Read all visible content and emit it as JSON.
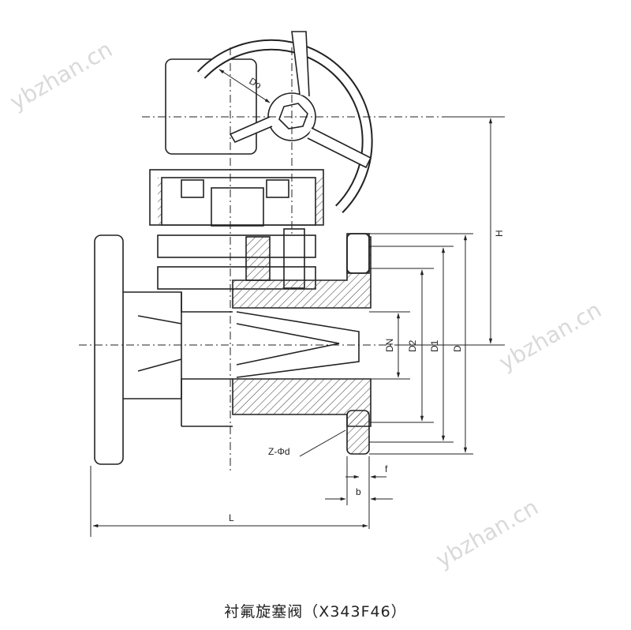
{
  "watermarks": [
    "ybzhan.cn",
    "ybzhan.cn",
    "ybzhan.cn"
  ],
  "labels": {
    "do": "Do",
    "h": "H",
    "dn": "DN",
    "d2": "D2",
    "d1": "D1",
    "d": "D",
    "z_phi_d": "Z-Φd",
    "f": "f",
    "b": "b",
    "l": "L"
  },
  "caption": "衬氟旋塞阀（X343F46）",
  "colors": {
    "line": "#222222",
    "hatch": "#555555",
    "watermark": "#d9d9d9"
  }
}
